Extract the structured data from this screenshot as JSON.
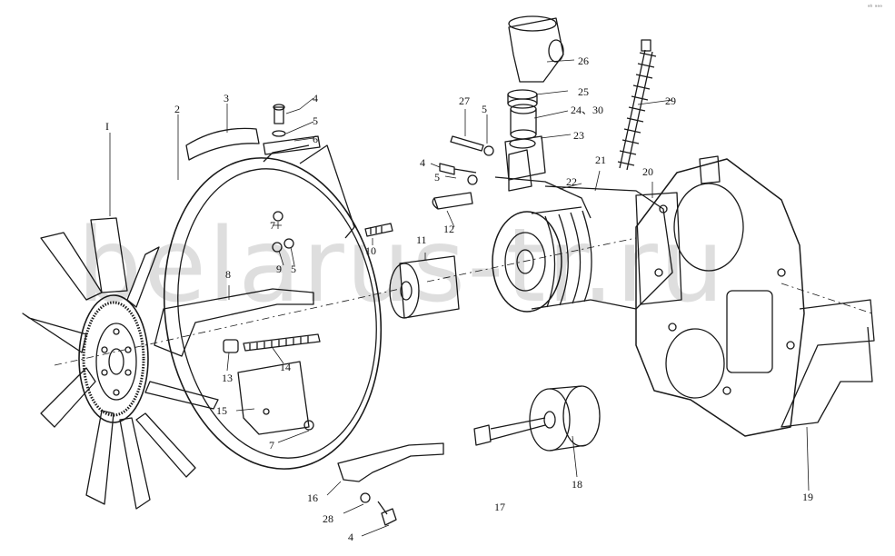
{
  "watermark": "belarus-tr.ru",
  "corner_mark": "ᵃᵇ ᵃᵃᵃ",
  "callouts": {
    "c1": "I",
    "c2": "2",
    "c3": "3",
    "c4a": "4",
    "c4b": "4",
    "c4c": "4",
    "c5a": "5",
    "c5b": "5",
    "c5c": "5",
    "c5d": "5",
    "c6": "6",
    "c7a": "7",
    "c7b": "7",
    "c8": "8",
    "c9": "9",
    "c10": "10",
    "c11": "11",
    "c12": "12",
    "c13": "13",
    "c14": "14",
    "c15": "15",
    "c16": "16",
    "c17": "17",
    "c18": "18",
    "c19": "19",
    "c20": "20",
    "c21": "21",
    "c22": "22",
    "c23": "23",
    "c24": "24、30",
    "c25": "25",
    "c26": "26",
    "c27": "27",
    "c28": "28",
    "c29": "29"
  }
}
